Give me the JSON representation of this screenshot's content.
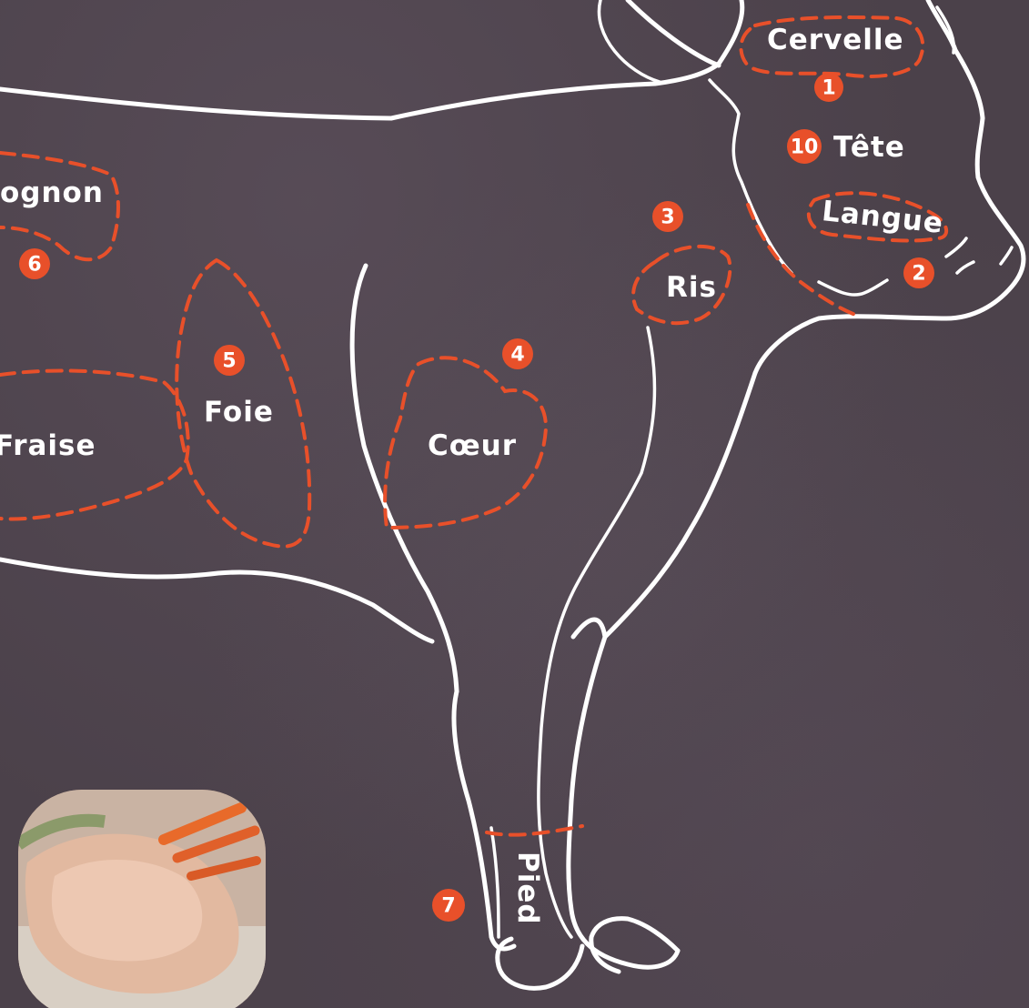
{
  "diagram": {
    "labels": {
      "cervelle": "Cervelle",
      "tete": "Tête",
      "langue": "Langue",
      "ris": "Ris",
      "rognon": "ognon",
      "foie": "Foie",
      "fraise": "Fraise",
      "coeur": "Cœur",
      "pied": "Pied"
    },
    "badges": {
      "cervelle": "1",
      "langue": "2",
      "ris": "3",
      "coeur": "4",
      "foie": "5",
      "rognon": "6",
      "pied": "7",
      "tete": "10"
    },
    "colors": {
      "background": "#4b414a",
      "outline": "#ffffff",
      "accent": "#e8502a"
    }
  },
  "photo": {
    "icon": "veal-tongue-photo"
  }
}
